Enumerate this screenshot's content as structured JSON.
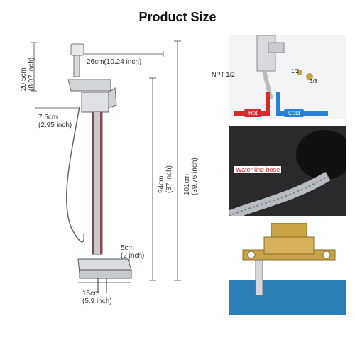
{
  "title": "Product Size",
  "dimensions": {
    "spout_drop": {
      "cm": "20.5cm",
      "inch": "(8.07 inch)"
    },
    "spout_reach": "26cm(10.24 inch)",
    "handle_offset": {
      "cm": "7.5cm",
      "inch": "(2.95 inch)"
    },
    "spout_height": {
      "cm": "94cm",
      "inch": "(37 inch)"
    },
    "total_height": {
      "cm": "101cm",
      "inch": "(39.76 inch)"
    },
    "base_height": {
      "cm": "5cm",
      "inch": "(2 inch)"
    },
    "base_width": {
      "cm": "15cm",
      "inch": "(5.9 inch)"
    }
  },
  "installation": {
    "npt_label": "NPT 1/2",
    "fitting_small": "1/2",
    "fitting_large": "3/8",
    "hot_label": "Hot",
    "cold_label": "Cold",
    "hose_label": "Water line hose"
  },
  "colors": {
    "hot": "#d62b2b",
    "cold": "#2a7fd6",
    "faucet_metal": "#cfd3d6",
    "brass": "#c9a447"
  }
}
